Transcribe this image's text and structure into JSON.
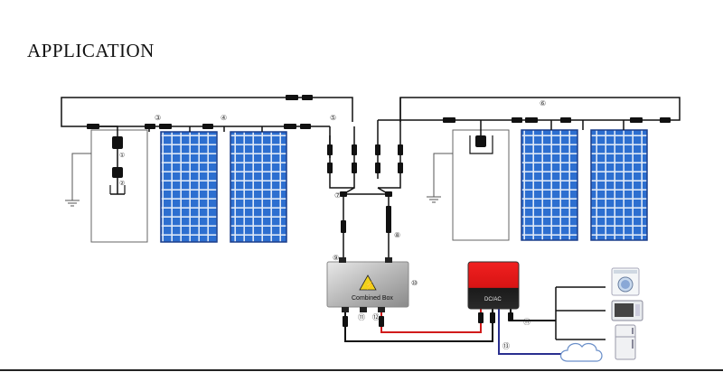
{
  "title": "APPLICATION",
  "callouts": {
    "c1": "①",
    "c2": "②",
    "c3": "③",
    "c4": "④",
    "c5": "⑤",
    "c6": "⑥",
    "c7": "⑦",
    "c8": "⑧",
    "c9": "⑨",
    "c10": "⑩",
    "c11": "⑪",
    "c12": "⑫",
    "c13": "⑬"
  },
  "combiner_box": {
    "label": "Combined Box",
    "warning_symbol": "⚡"
  },
  "inverter": {
    "label": "DC/AC"
  },
  "colors": {
    "wire": "#111111",
    "dc_positive": "#d11b1b",
    "comm_line": "#2a2f8f",
    "panel_cell": "#2d6fd0",
    "panel_frame": "#1c3f8a",
    "inverter_red": "#e21b1b"
  },
  "icons": {
    "grounding": "ground-symbol",
    "cloud": "cloud-icon",
    "washer": "washing-machine-icon",
    "microwave": "microwave-icon",
    "fridge": "refrigerator-icon"
  }
}
